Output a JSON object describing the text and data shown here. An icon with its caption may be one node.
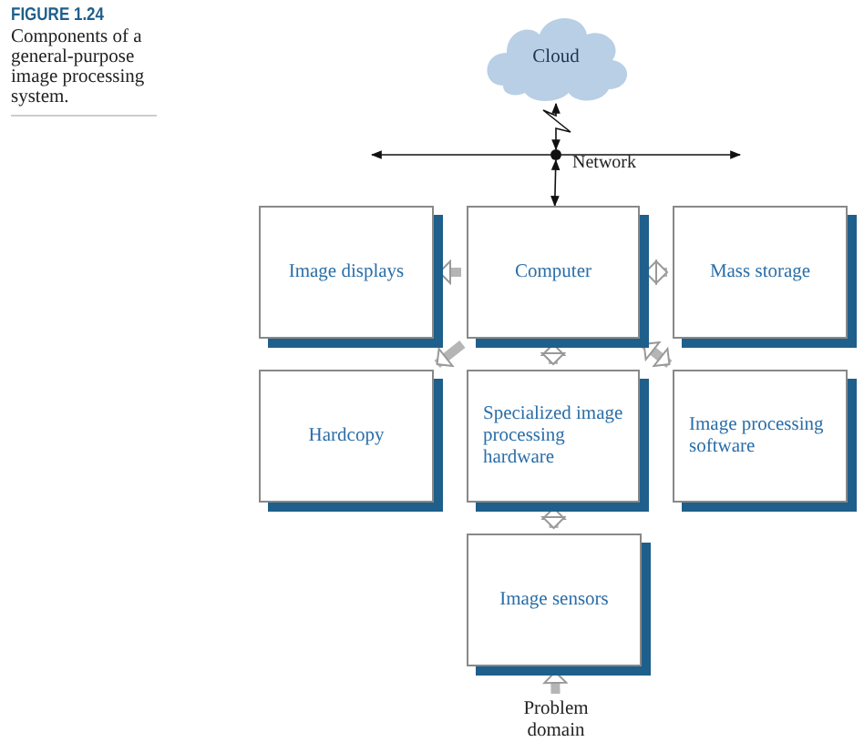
{
  "diagram": {
    "title": "FIGURE 1.24",
    "caption": "Components of a general-purpose image processing system.",
    "nodes": [
      {
        "text": [
          "Cloud"
        ]
      },
      {
        "text": [],
        "shape": "circle",
        "beside": [
          "Network"
        ]
      },
      {
        "text": [
          "Computer"
        ]
      },
      {
        "text": [
          "Image displays"
        ]
      },
      {
        "text": [
          "Mass storage"
        ]
      },
      {
        "text": [
          "Hardcopy"
        ]
      },
      {
        "text": [
          "Specialized image processing hardware"
        ]
      },
      {
        "text": [
          "Image processing software"
        ]
      },
      {
        "text": [
          "Image sensors"
        ]
      },
      {
        "text": [
          "Problem domain"
        ]
      }
    ],
    "edges": [
      {
        "from": 0,
        "to": 1,
        "arrow": "both",
        "color": "#111111"
      },
      {
        "from": 1,
        "to": null,
        "arrow": "to",
        "color": "#111111"
      },
      {
        "from": 1,
        "to": null,
        "arrow": "to",
        "color": "#111111"
      },
      {
        "from": 1,
        "to": 2,
        "arrow": "both",
        "color": "#111111"
      },
      {
        "from": 2,
        "to": 3,
        "arrow": "to"
      },
      {
        "from": 2,
        "to": 4,
        "arrow": "both"
      },
      {
        "from": 2,
        "to": 5,
        "arrow": "to"
      },
      {
        "from": 2,
        "to": 6,
        "arrow": "both"
      },
      {
        "from": 2,
        "to": 7,
        "arrow": "both"
      },
      {
        "from": 6,
        "to": 8,
        "arrow": "both"
      },
      {
        "from": 9,
        "to": 8,
        "arrow": "to"
      }
    ]
  }
}
